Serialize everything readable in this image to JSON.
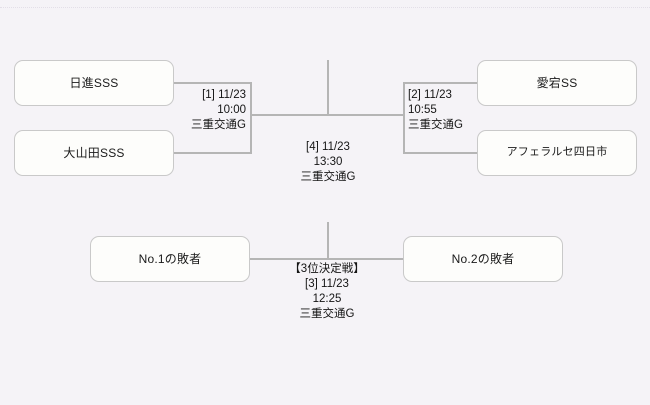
{
  "diagram": {
    "type": "single-elimination-bracket",
    "title": "",
    "colors": {
      "background": "#f5f3f7",
      "box_fill": "#fdfdfb",
      "box_border": "#c9c9c9",
      "connector": "#b5b5b5",
      "text": "#151515"
    }
  },
  "slots": {
    "left_top": {
      "label": "日進SSS"
    },
    "left_bottom": {
      "label": "大山田SSS"
    },
    "right_top": {
      "label": "愛宕SS"
    },
    "right_bottom": {
      "label": "アフェラルセ四日市"
    },
    "third_left": {
      "label": "No.1の敗者"
    },
    "third_right": {
      "label": "No.2の敗者"
    }
  },
  "matches": {
    "m1": {
      "number": "[1]",
      "date": "11/23",
      "date_line": "[1] 11/23",
      "time": "10:00",
      "venue": "三重交通G"
    },
    "m2": {
      "number": "[2]",
      "date": "11/23",
      "date_line": "[2] 11/23",
      "time": "10:55",
      "venue": "三重交通G"
    },
    "m4": {
      "number": "[4]",
      "date": "11/23",
      "date_line": "[4] 11/23",
      "time": "13:30",
      "venue": "三重交通G"
    },
    "m3": {
      "heading": "【3位決定戦】",
      "number": "[3]",
      "date": "11/23",
      "date_line": "[3] 11/23",
      "time": "12:25",
      "venue": "三重交通G"
    }
  }
}
